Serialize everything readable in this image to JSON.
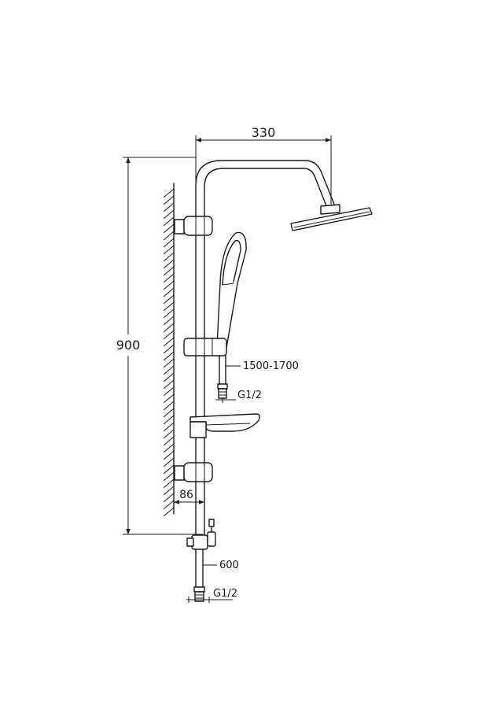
{
  "dimensions": {
    "arm_width": "330",
    "total_height": "900",
    "hose_length": "1500-1700",
    "hose_thread": "G1/2",
    "wall_offset": "86",
    "inlet_hose_length": "600",
    "inlet_thread": "G1/2"
  }
}
